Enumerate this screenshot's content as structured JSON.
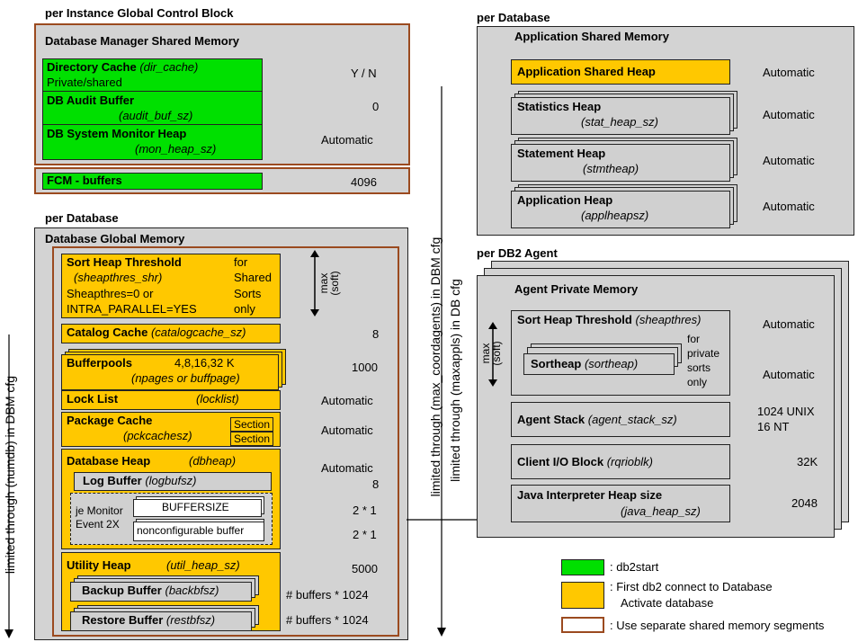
{
  "instance": {
    "header": "per Instance Global Control Block",
    "dbm_title": "Database Manager Shared Memory",
    "dir_cache": {
      "name": "Directory Cache",
      "param": "(dir_cache)",
      "sub": "Private/shared",
      "value": "Y / N"
    },
    "audit": {
      "name": "DB Audit Buffer",
      "param": "(audit_buf_sz)",
      "value": "0"
    },
    "monitor": {
      "name": "DB System Monitor Heap",
      "param": "(mon_heap_sz)",
      "value": "Automatic"
    },
    "fcm": {
      "name": "FCM - buffers",
      "value": "4096"
    }
  },
  "dbglobal": {
    "header": "per Database",
    "title": "Database Global Memory",
    "sort": {
      "name": "Sort Heap Threshold",
      "param": "(sheapthres_shr)",
      "line3": "Sheapthres=0  or",
      "line4": "INTRA_PARALLEL=YES",
      "note1": "for",
      "note2": "Shared",
      "note3": "Sorts",
      "note4": "only",
      "max": "max",
      "soft": "(soft)"
    },
    "catalog": {
      "name": "Catalog Cache",
      "param": "(catalogcache_sz)",
      "value": "8"
    },
    "bufferpools": {
      "name": "Bufferpools",
      "sizes": "4,8,16,32 K",
      "param": "(npages or buffpage)",
      "value": "1000"
    },
    "locklist": {
      "name": "Lock List",
      "param": "(locklist)",
      "value": "Automatic"
    },
    "package": {
      "name": "Package Cache",
      "param": "(pckcachesz)",
      "section1": "Section",
      "section2": "Section",
      "value": "Automatic"
    },
    "dbheap": {
      "name": "Database Heap",
      "param": "(dbheap)",
      "value": "Automatic",
      "log_name": "Log Buffer",
      "log_param": "(logbufsz)",
      "log_value": "8",
      "monitor_label1": "je Monitor",
      "monitor_label2": "Event 2X",
      "buffersize": "BUFFERSIZE",
      "nonconfig": "nonconfigurable buffer",
      "v1": "2 * 1",
      "v2": "2 * 1"
    },
    "utility": {
      "name": "Utility Heap",
      "param": "(util_heap_sz)",
      "value": "5000",
      "backup_name": "Backup Buffer",
      "backup_param": "(backbfsz)",
      "backup_value": "# buffers * 1024",
      "restore_name": "Restore Buffer",
      "restore_param": "(restbfsz)",
      "restore_value": "# buffers * 1024"
    }
  },
  "appshared": {
    "header": "per Database",
    "title": "Application Shared Memory",
    "heap": {
      "name": "Application Shared Heap",
      "value": "Automatic"
    },
    "stats": {
      "name": "Statistics Heap",
      "param": "(stat_heap_sz)",
      "value": "Automatic"
    },
    "statement": {
      "name": "Statement Heap",
      "param": "(stmtheap)",
      "value": "Automatic"
    },
    "appl": {
      "name": "Application Heap",
      "param": "(applheapsz)",
      "value": "Automatic"
    }
  },
  "agent": {
    "header": "per DB2 Agent",
    "title": "Agent Private Memory",
    "sort": {
      "name": "Sort Heap Threshold",
      "param": "(sheapthres)",
      "value": "Automatic",
      "max": "max",
      "soft": "(soft)",
      "note1": "for",
      "note2": "private",
      "note3": "sorts",
      "note4": "only",
      "sortheap": "Sortheap",
      "sortheap_param": "(sortheap)",
      "sortheap_value": "Automatic"
    },
    "stack": {
      "name": "Agent Stack",
      "param": "(agent_stack_sz)",
      "value1": "1024 UNIX",
      "value2": "16  NT"
    },
    "clientio": {
      "name": "Client I/O Block",
      "param": "(rqrioblk)",
      "value": "32K"
    },
    "java": {
      "name": "Java Interpreter Heap size",
      "param": "(java_heap_sz)",
      "value": "2048"
    }
  },
  "vertical": {
    "numdb": "limited through (numdb) in DBM cfg",
    "coordagents": "limited through (max_coordagents) in DBM cfg",
    "maxappls": "limited through (maxappls) in DB cfg"
  },
  "legend": {
    "green": ": db2start",
    "yellow1": ": First db2 connect to Database",
    "yellow2": "Activate database",
    "brown": ": Use separate shared memory segments"
  },
  "colors": {
    "green": "#00e000",
    "yellow": "#ffc800",
    "gray": "#d3d3d3",
    "brown": "#9b4a1f"
  }
}
